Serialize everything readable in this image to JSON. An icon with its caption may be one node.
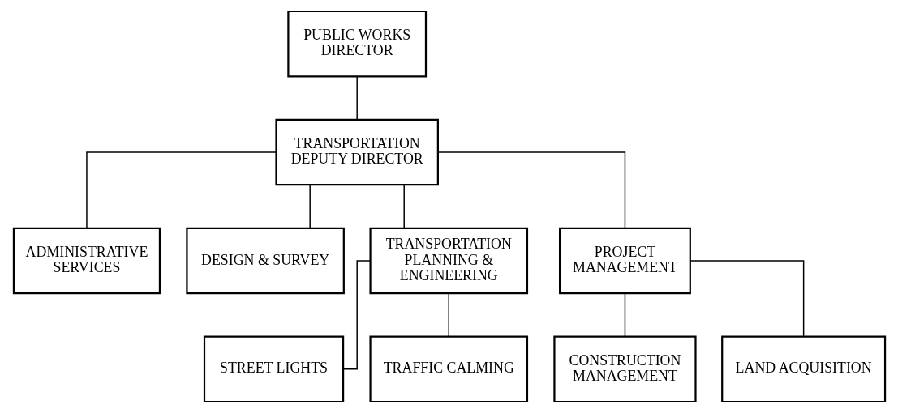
{
  "diagram": {
    "nodes": [
      {
        "text": [
          "PUBLIC WORKS DIRECTOR"
        ]
      },
      {
        "text": [
          "TRANSPORTATION DEPUTY DIRECTOR"
        ]
      },
      {
        "text": [
          "ADMINISTRATIVE SERVICES"
        ]
      },
      {
        "text": [
          "DESIGN & SURVEY"
        ]
      },
      {
        "text": [
          "TRANSPORTATION PLANNING & ENGINEERING"
        ]
      },
      {
        "text": [
          "PROJECT MANAGEMENT"
        ]
      },
      {
        "text": [
          "STREET LIGHTS"
        ]
      },
      {
        "text": [
          "TRAFFIC CALMING"
        ]
      },
      {
        "text": [
          "CONSTRUCTION MANAGEMENT"
        ]
      },
      {
        "text": [
          "LAND ACQUISITION"
        ]
      }
    ],
    "edges": [
      {
        "from": 0,
        "to": 1,
        "arrow": "none"
      },
      {
        "from": 1,
        "to": 2,
        "arrow": "none"
      },
      {
        "from": 1,
        "to": 3,
        "arrow": "none"
      },
      {
        "from": 1,
        "to": 4,
        "arrow": "none"
      },
      {
        "from": 1,
        "to": 5,
        "arrow": "none"
      },
      {
        "from": 4,
        "to": 6,
        "arrow": "none"
      },
      {
        "from": 4,
        "to": 7,
        "arrow": "none"
      },
      {
        "from": 5,
        "to": 8,
        "arrow": "none"
      },
      {
        "from": 5,
        "to": 9,
        "arrow": "none"
      }
    ]
  }
}
